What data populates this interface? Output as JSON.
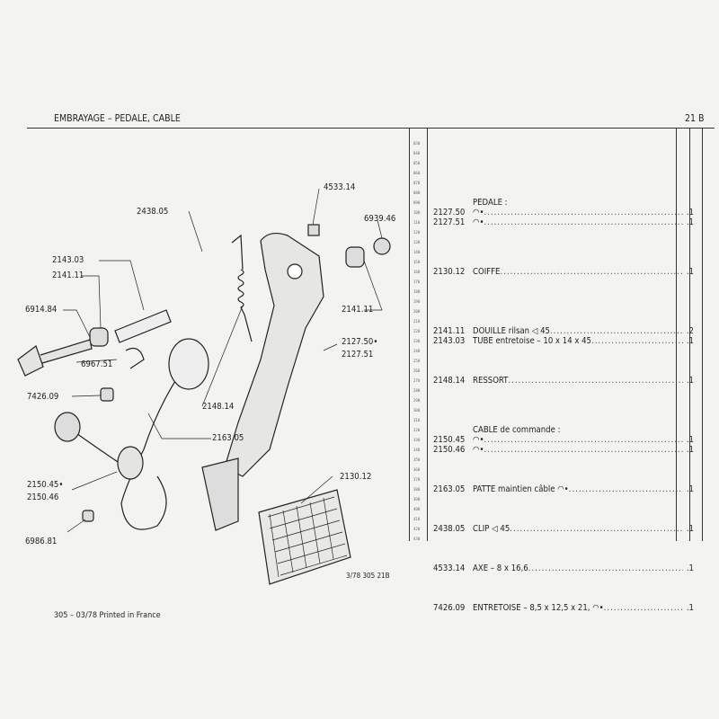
{
  "header": {
    "title": "EMBRAYAGE – PEDALE, CABLE",
    "page_ref": "21 B"
  },
  "ruler": [
    "030",
    "040",
    "050",
    "060",
    "070",
    "080",
    "090",
    "100",
    "110",
    "120",
    "130",
    "140",
    "150",
    "160",
    "170",
    "180",
    "190",
    "200",
    "210",
    "220",
    "230",
    "240",
    "250",
    "260",
    "270",
    "280",
    "290",
    "300",
    "310",
    "320",
    "330",
    "340",
    "350",
    "360",
    "370",
    "380",
    "390",
    "400",
    "410",
    "420",
    "430"
  ],
  "parts": [
    {
      "group": "PEDALE :"
    },
    {
      "num": "2127.50",
      "desc": "◠•",
      "qty": ".1"
    },
    {
      "num": "2127.51",
      "desc": "◠•",
      "qty": ".1"
    },
    {
      "num": "2130.12",
      "desc": "COIFFE",
      "qty": ".1"
    },
    {
      "num": "2141.11",
      "desc": "DOUILLE rilsan ◁ 45",
      "qty": ".2"
    },
    {
      "num": "2143.03",
      "desc": "TUBE entretoise – 10 x 14 x 45",
      "qty": ".1"
    },
    {
      "num": "2148.14",
      "desc": "RESSORT",
      "qty": ".1"
    },
    {
      "group": "CABLE de commande :"
    },
    {
      "num": "2150.45",
      "desc": "◠•",
      "qty": ".1"
    },
    {
      "num": "2150.46",
      "desc": "◠•",
      "qty": ".1"
    },
    {
      "num": "2163.05",
      "desc": "PATTE maintien câble ◠•",
      "qty": ".1"
    },
    {
      "num": "2438.05",
      "desc": "CLIP ◁ 45",
      "qty": ".1"
    },
    {
      "num": "4533.14",
      "desc": "AXE – 8 x 16,6",
      "qty": ".1"
    },
    {
      "num": "7426.09",
      "desc": "ENTRETOISE – 8,5 x 12,5 x 21, ◠•",
      "qty": ".1"
    }
  ],
  "callouts": {
    "c4533": "4533.14",
    "c2438": "2438.05",
    "c6939": "6939.46",
    "c2143": "2143.03",
    "c2141a": "2141.11",
    "c6914": "6914.84",
    "c2141b": "2141.11",
    "c2127a": "2127.50•",
    "c2127b": "2127.51",
    "c6967": "6967.51",
    "c7426": "7426.09",
    "c2148": "2148.14",
    "c2163": "2163.05",
    "c2130": "2130.12",
    "c2150a": "2150.45•",
    "c2150b": "2150.46",
    "c6986": "6986.81"
  },
  "drawing_ref": "3/78 305 21B",
  "footer": "305 – 03/78 Printed in France"
}
